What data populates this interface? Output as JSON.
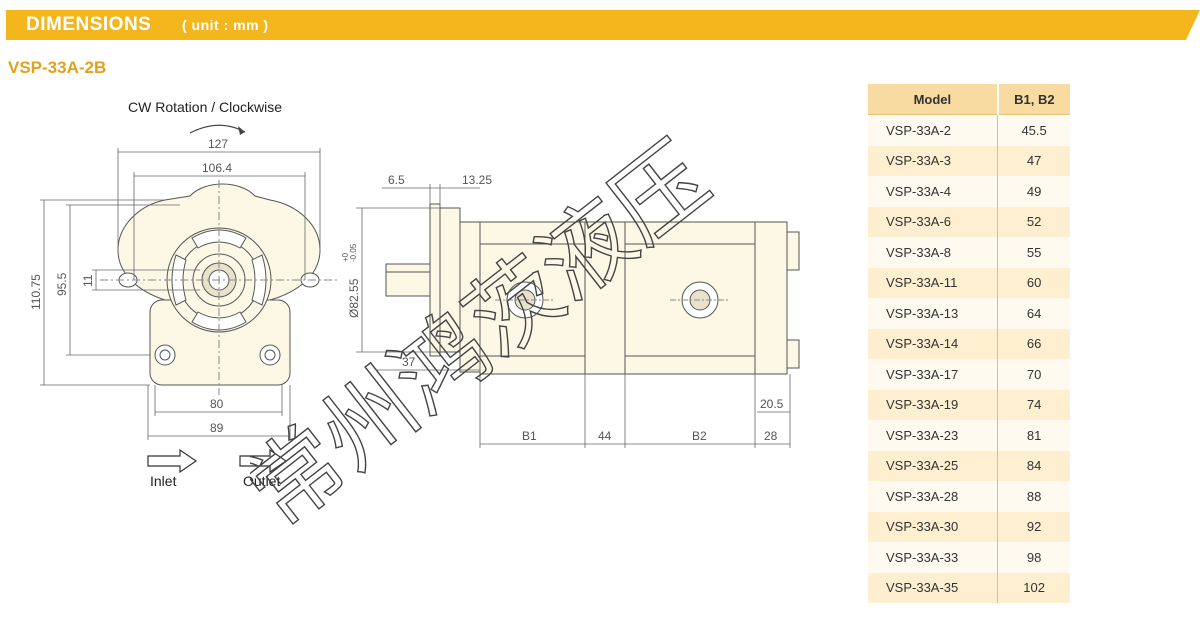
{
  "header": {
    "title": "DIMENSIONS",
    "unit": "( unit : mm )"
  },
  "model_title": "VSP-33A-2B",
  "drawing": {
    "rotation_label": "CW Rotation / Clockwise",
    "inlet_label": "Inlet",
    "outlet_label": "Outlet",
    "dims": {
      "d127": "127",
      "d106_4": "106.4",
      "d110_75": "110.75",
      "d95_5": "95.5",
      "d11": "11",
      "d80": "80",
      "d89": "89",
      "d6_5": "6.5",
      "d13_25": "13.25",
      "d82_55": "Ø82.55",
      "d82_tol_plus": "+0",
      "d82_tol_minus": "-0.05",
      "d37": "37",
      "d20_5": "20.5",
      "dB1": "B1",
      "d44": "44",
      "dB2": "B2",
      "d28": "28"
    }
  },
  "table": {
    "headers": [
      "Model",
      "B1, B2"
    ],
    "rows": [
      [
        "VSP-33A-2",
        "45.5"
      ],
      [
        "VSP-33A-3",
        "47"
      ],
      [
        "VSP-33A-4",
        "49"
      ],
      [
        "VSP-33A-6",
        "52"
      ],
      [
        "VSP-33A-8",
        "55"
      ],
      [
        "VSP-33A-11",
        "60"
      ],
      [
        "VSP-33A-13",
        "64"
      ],
      [
        "VSP-33A-14",
        "66"
      ],
      [
        "VSP-33A-17",
        "70"
      ],
      [
        "VSP-33A-19",
        "74"
      ],
      [
        "VSP-33A-23",
        "81"
      ],
      [
        "VSP-33A-25",
        "84"
      ],
      [
        "VSP-33A-28",
        "88"
      ],
      [
        "VSP-33A-30",
        "92"
      ],
      [
        "VSP-33A-33",
        "98"
      ],
      [
        "VSP-33A-35",
        "102"
      ]
    ]
  },
  "watermark": "常州鸿茨液压",
  "colors": {
    "accent": "#f3b61c",
    "title": "#e0a21a",
    "table_header": "#f8dba0",
    "body_fill": "#fdf8e6"
  }
}
